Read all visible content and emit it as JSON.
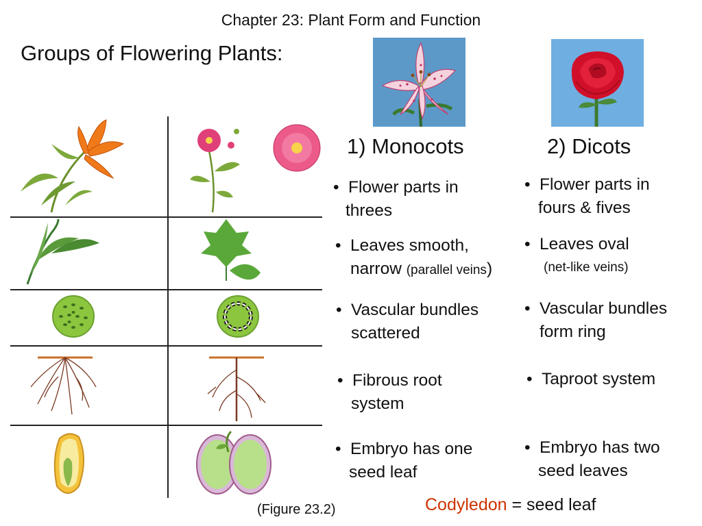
{
  "header": {
    "chapter": "Chapter 23:  Plant Form and Function"
  },
  "title": "Groups of Flowering Plants:",
  "columns": {
    "monocots": {
      "heading": "1)  Monocots",
      "bullets": [
        {
          "line1": "Flower parts in",
          "line2": "threes"
        },
        {
          "line1": "Leaves smooth,",
          "line2": "narrow",
          "note": "(parallel veins",
          "close": ")"
        },
        {
          "line1": "Vascular bundles",
          "line2": "scattered"
        },
        {
          "line1": "Fibrous root",
          "line2": "system"
        },
        {
          "line1": "Embryo has one",
          "line2": "seed leaf"
        }
      ]
    },
    "dicots": {
      "heading": "2)  Dicots",
      "bullets": [
        {
          "line1": "Flower parts in",
          "line2": "fours & fives"
        },
        {
          "line1": "Leaves oval",
          "note": "(net-like veins)"
        },
        {
          "line1": "Vascular bundles",
          "line2": "form ring"
        },
        {
          "line1": "Taproot system"
        },
        {
          "line1": "Embryo has two",
          "line2": "seed leaves"
        }
      ]
    }
  },
  "bullet_char": "•",
  "footer": {
    "figure_ref": "(Figure 23.2)",
    "codyledon_word": "Codyledon",
    "codyledon_def": " = seed leaf"
  },
  "colors": {
    "accent_red": "#cc3300",
    "photo_bg": "#4f8fc0"
  }
}
